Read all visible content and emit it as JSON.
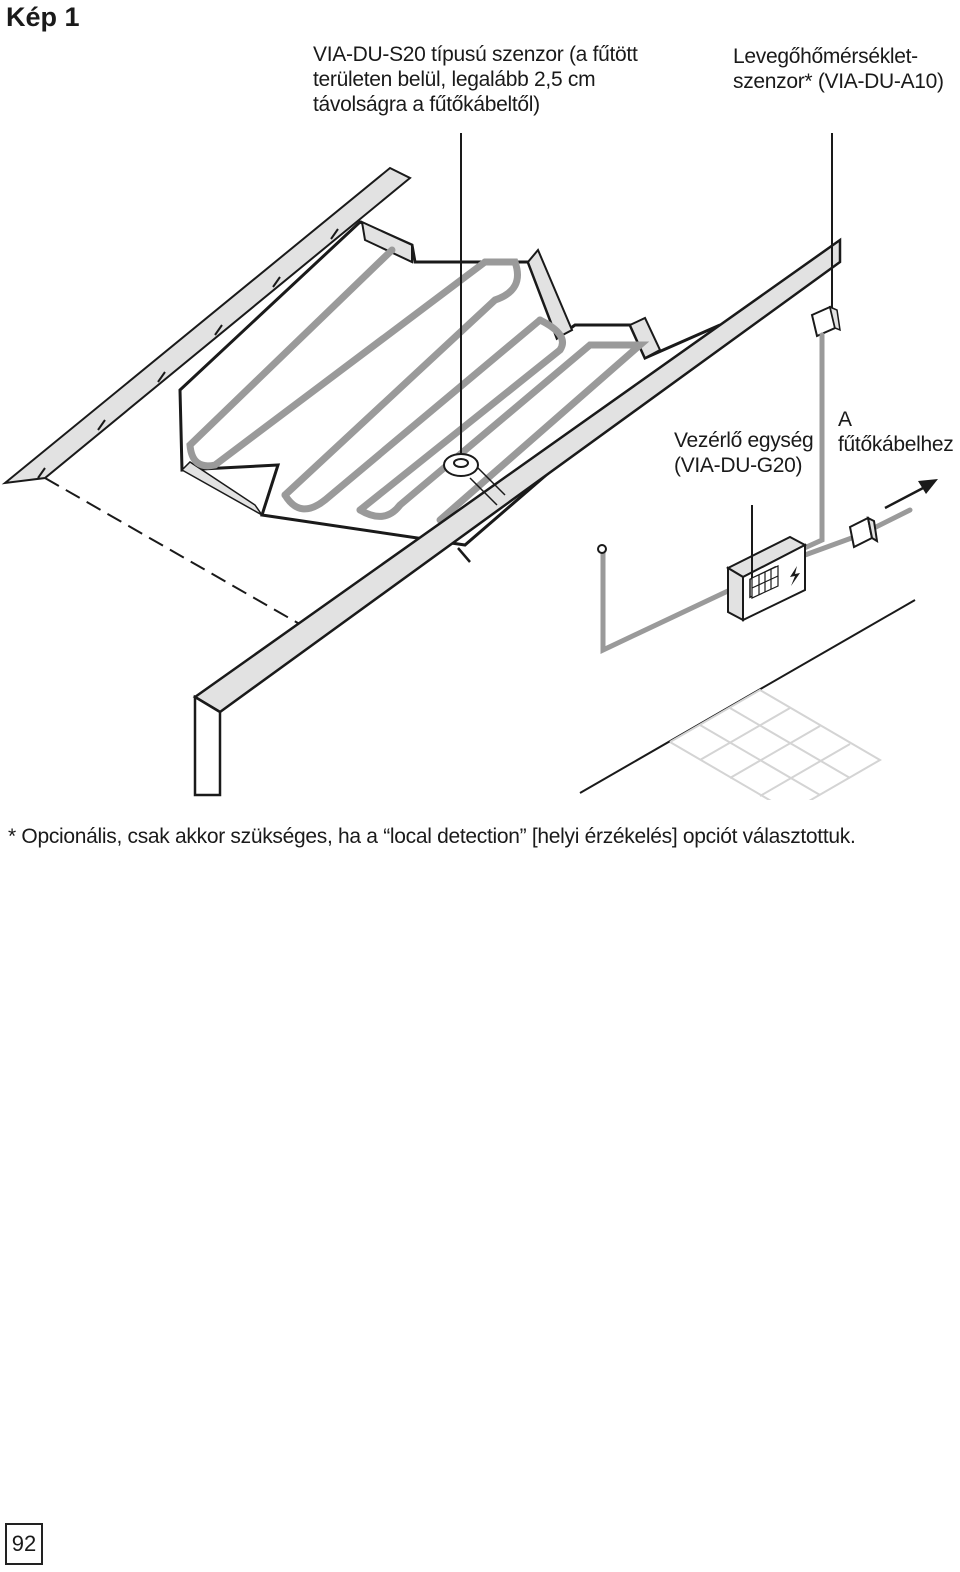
{
  "figure": {
    "title": "Kép 1"
  },
  "labels": {
    "ground_sensor": [
      "VIA-DU-S20 típusú szenzor (a fűtött",
      "területen belül, legalább 2,5 cm",
      "távolságra a fűtőkábeltől)"
    ],
    "air_sensor": [
      "Levegőhőmérséklet-",
      "szenzor* (VIA-DU-A10)"
    ],
    "controller": [
      "Vezérlő egység",
      "(VIA-DU-G20)"
    ],
    "heating_cable": [
      "A",
      "fűtőkábelhez"
    ]
  },
  "footnote": "* Opcionális, csak akkor szükséges, ha a “local detection” [helyi érzékelés] opciót választottuk.",
  "page_number": "92",
  "icons": {
    "controller_symbol": "lightning-bolt-icon",
    "arrow": "arrow-right-icon"
  },
  "colors": {
    "line": "#1a1a1a",
    "cable": "#9a9a9a",
    "wall_fill": "#e2e2e2",
    "tile": "#d4d4d4"
  }
}
